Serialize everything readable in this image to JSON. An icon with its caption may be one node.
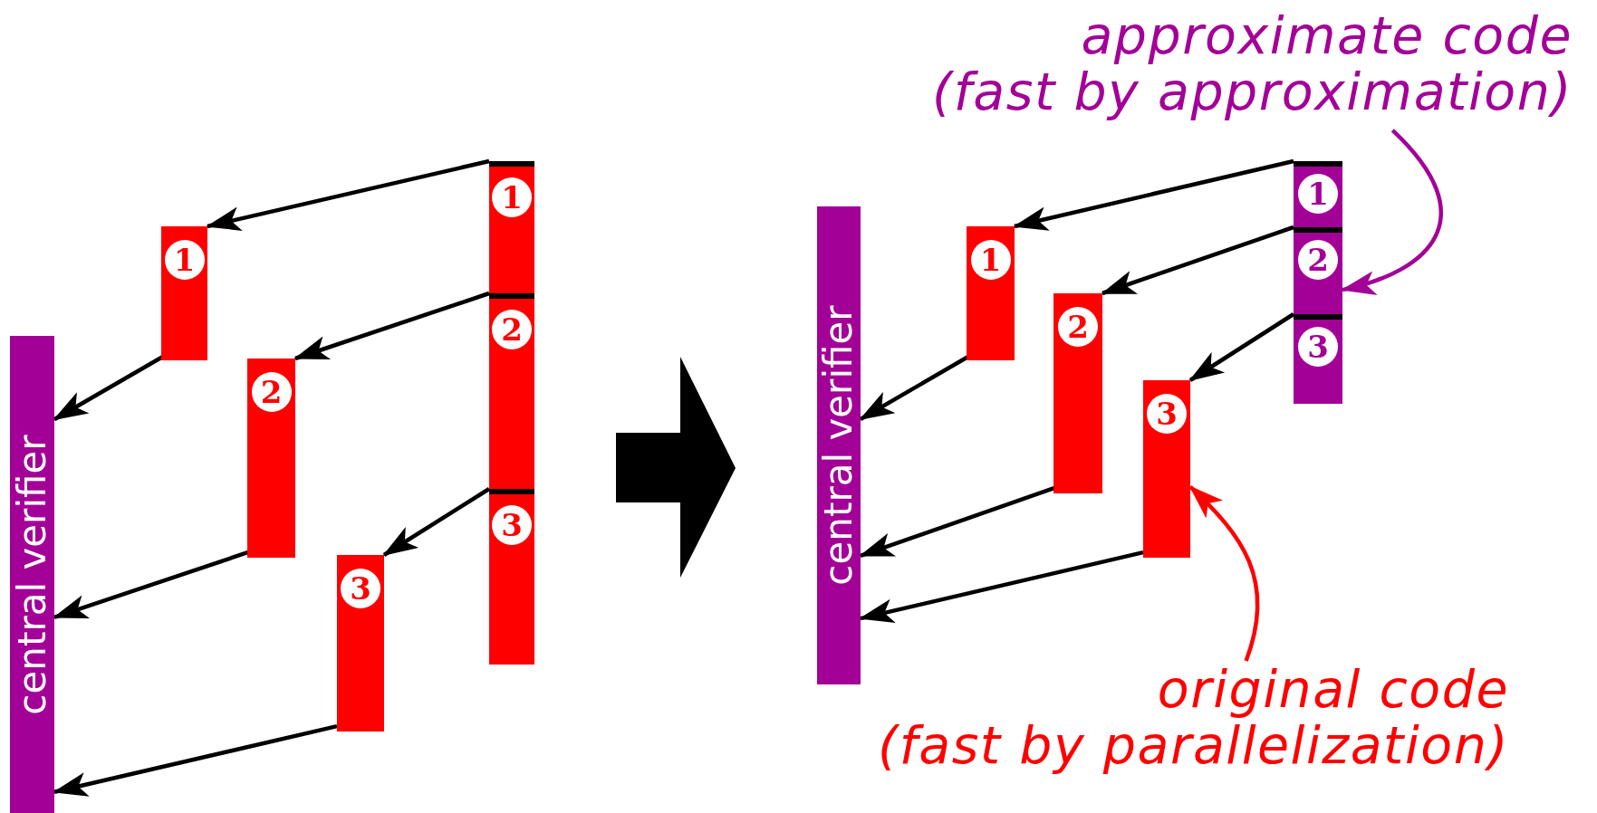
{
  "diagram": {
    "nodes": [
      {
        "text": [
          "central verifier"
        ]
      },
      {
        "text": [
          "1"
        ]
      },
      {
        "text": [
          "2"
        ]
      },
      {
        "text": [
          "3"
        ]
      },
      {
        "text": [
          "1"
        ]
      },
      {
        "text": [
          "2"
        ]
      },
      {
        "text": [
          "3"
        ]
      },
      {
        "text": [
          "central verifier"
        ]
      },
      {
        "text": [
          "1"
        ]
      },
      {
        "text": [
          "2"
        ]
      },
      {
        "text": [
          "3"
        ]
      },
      {
        "text": [
          "1"
        ]
      },
      {
        "text": [
          "2"
        ]
      },
      {
        "text": [
          "3"
        ]
      },
      {
        "text": [
          "approximate code",
          "(fast by approximation)"
        ]
      },
      {
        "text": [
          "original code",
          "(fast by parallelization)"
        ]
      }
    ],
    "edges": [
      {
        "from": 1,
        "to": 4,
        "arrow": "to"
      },
      {
        "from": 2,
        "to": 5,
        "arrow": "to"
      },
      {
        "from": 3,
        "to": 6,
        "arrow": "to"
      },
      {
        "from": 4,
        "to": 0,
        "arrow": "to"
      },
      {
        "from": 5,
        "to": 0,
        "arrow": "to"
      },
      {
        "from": 6,
        "to": 0,
        "arrow": "to"
      },
      {
        "from": 8,
        "to": 11,
        "arrow": "to"
      },
      {
        "from": 9,
        "to": 12,
        "arrow": "to"
      },
      {
        "from": 10,
        "to": 13,
        "arrow": "to"
      },
      {
        "from": 11,
        "to": 7,
        "arrow": "to"
      },
      {
        "from": 12,
        "to": 7,
        "arrow": "to"
      },
      {
        "from": 13,
        "to": 7,
        "arrow": "to"
      },
      {
        "from": 14,
        "to": 9,
        "arrow": "to",
        "color": "#a30097"
      },
      {
        "from": 15,
        "to": 13,
        "arrow": "to",
        "color": "#ff0000"
      }
    ]
  }
}
